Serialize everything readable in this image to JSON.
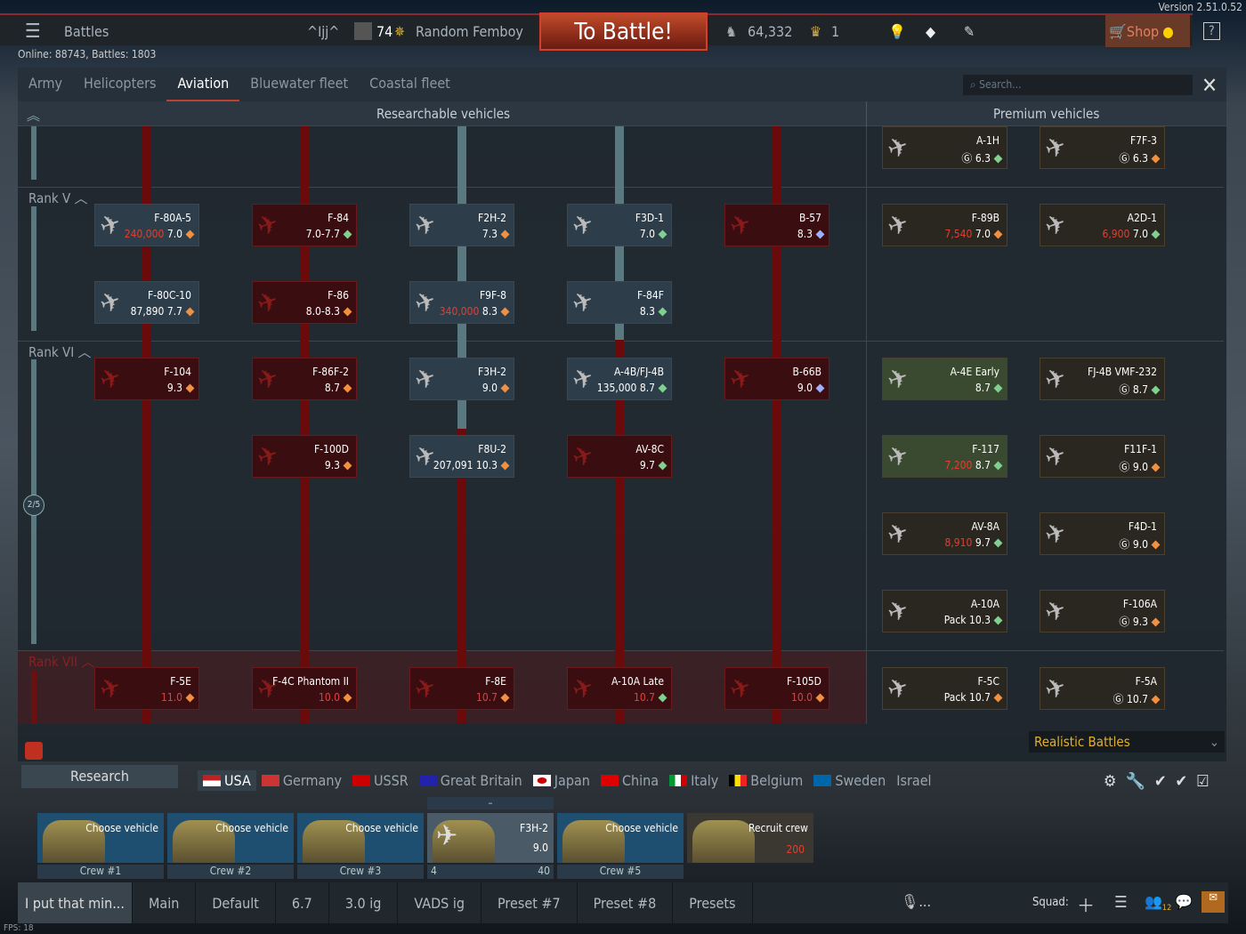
{
  "topbar": {
    "menu_label": "Battles",
    "squad_tag": "^Ijj^",
    "level": "74",
    "player_name": "Random Femboy",
    "battle_button": "To Battle!",
    "silver_lions": "64,332",
    "golden_eagles": "1",
    "shop_label": "Shop",
    "help_label": "?",
    "version": "Version 2.51.0.52"
  },
  "status": {
    "online": "Online: 88743, Battles: 1803"
  },
  "tabs": [
    "Army",
    "Helicopters",
    "Aviation",
    "Bluewater fleet",
    "Coastal fleet"
  ],
  "active_tab": "Aviation",
  "search": {
    "placeholder": "Search..."
  },
  "headers": {
    "researchable": "Researchable vehicles",
    "premium": "Premium vehicles"
  },
  "ranks": [
    "Rank V",
    "Rank VI",
    "Rank VII"
  ],
  "rank_progress": "2/5",
  "research_vehicles": [
    {
      "name": "F-80A-5",
      "br": "7.0",
      "cost": "240,000",
      "state": "researched",
      "col": 0,
      "row": 1,
      "dot": "#f09040"
    },
    {
      "name": "F-80C-10",
      "br": "7.7",
      "cost": "87,890",
      "cost_type": "rp",
      "state": "researched",
      "col": 0,
      "row": 2,
      "dot": "#f09040"
    },
    {
      "name": "F-104",
      "br": "9.3",
      "state": "locked",
      "col": 0,
      "row": 3,
      "dot": "#f09040"
    },
    {
      "name": "F-5E",
      "br": "11.0",
      "state": "locked",
      "col": 0,
      "row": 7,
      "dot": "#f09040"
    },
    {
      "name": "F-84",
      "br": "7.0-7.7",
      "state": "locked",
      "col": 1,
      "row": 1,
      "dot": "#80d090"
    },
    {
      "name": "F-86",
      "br": "8.0-8.3",
      "state": "locked",
      "col": 1,
      "row": 2,
      "dot": "#f09040"
    },
    {
      "name": "F-86F-2",
      "br": "8.7",
      "state": "locked",
      "col": 1,
      "row": 3,
      "dot": "#f09040"
    },
    {
      "name": "F-100D",
      "br": "9.3",
      "state": "locked",
      "col": 1,
      "row": 4,
      "dot": "#f09040"
    },
    {
      "name": "F-4C Phantom II",
      "br": "10.0",
      "state": "locked",
      "col": 1,
      "row": 7,
      "dot": "#f09040"
    },
    {
      "name": "F2H-2",
      "br": "7.3",
      "state": "researched",
      "col": 2,
      "row": 1,
      "dot": "#f09040"
    },
    {
      "name": "F9F-8",
      "br": "8.3",
      "cost": "340,000",
      "state": "researched",
      "col": 2,
      "row": 2,
      "dot": "#f09040"
    },
    {
      "name": "F3H-2",
      "br": "9.0",
      "state": "researched",
      "col": 2,
      "row": 3,
      "dot": "#f09040"
    },
    {
      "name": "F8U-2",
      "br": "10.3",
      "cost": "207,091",
      "cost_type": "rp",
      "state": "researched",
      "col": 2,
      "row": 4,
      "dot": "#f09040"
    },
    {
      "name": "F-8E",
      "br": "10.7",
      "state": "locked",
      "col": 2,
      "row": 7,
      "dot": "#f09040"
    },
    {
      "name": "F3D-1",
      "br": "7.0",
      "state": "researched",
      "col": 3,
      "row": 1,
      "dot": "#80d090"
    },
    {
      "name": "F-84F",
      "br": "8.3",
      "state": "researched",
      "col": 3,
      "row": 2,
      "dot": "#80d090"
    },
    {
      "name": "A-4B/FJ-4B",
      "br": "8.7",
      "cost": "135,000",
      "cost_type": "rp",
      "state": "researched",
      "col": 3,
      "row": 3,
      "dot": "#80d090"
    },
    {
      "name": "AV-8C",
      "br": "9.7",
      "state": "locked",
      "col": 3,
      "row": 4,
      "dot": "#80d090"
    },
    {
      "name": "A-10A Late",
      "br": "10.7",
      "state": "locked",
      "col": 3,
      "row": 7,
      "dot": "#80d090"
    },
    {
      "name": "B-57",
      "br": "8.3",
      "state": "locked",
      "col": 4,
      "row": 1,
      "dot": "#a0b0ff"
    },
    {
      "name": "B-66B",
      "br": "9.0",
      "state": "locked",
      "col": 4,
      "row": 3,
      "dot": "#a0b0ff"
    },
    {
      "name": "F-105D",
      "br": "10.0",
      "state": "locked",
      "col": 4,
      "row": 7,
      "dot": "#f09040"
    }
  ],
  "premium_vehicles": [
    {
      "name": "A-1H",
      "br": "6.3",
      "cost": "Ⓖ",
      "col": 0,
      "row": 0,
      "dot": "#80d090"
    },
    {
      "name": "F7F-3",
      "br": "6.3",
      "cost": "Ⓖ",
      "col": 1,
      "row": 0,
      "dot": "#f09040"
    },
    {
      "name": "F-89B",
      "br": "7.0",
      "cost": "7,540",
      "col": 0,
      "row": 1,
      "dot": "#f09040"
    },
    {
      "name": "A2D-1",
      "br": "7.0",
      "cost": "6,900",
      "col": 1,
      "row": 1,
      "dot": "#80d090"
    },
    {
      "name": "A-4E Early",
      "br": "8.7",
      "col": 0,
      "row": 3,
      "dot": "#80d090",
      "green": true
    },
    {
      "name": "FJ-4B VMF-232",
      "br": "8.7",
      "cost": "Ⓖ",
      "col": 1,
      "row": 3,
      "dot": "#80d090"
    },
    {
      "name": "F-117",
      "br": "8.7",
      "cost": "7,200",
      "col": 0,
      "row": 4,
      "dot": "#80d090",
      "green": true
    },
    {
      "name": "F11F-1",
      "br": "9.0",
      "cost": "Ⓖ",
      "col": 1,
      "row": 4,
      "dot": "#f09040"
    },
    {
      "name": "AV-8A",
      "br": "9.7",
      "cost": "8,910",
      "col": 0,
      "row": 5,
      "dot": "#80d090"
    },
    {
      "name": "F4D-1",
      "br": "9.0",
      "cost": "Ⓖ",
      "col": 1,
      "row": 5,
      "dot": "#f09040"
    },
    {
      "name": "A-10A",
      "br": "10.3",
      "cost": "Pack",
      "col": 0,
      "row": 6,
      "dot": "#80d090"
    },
    {
      "name": "F-106A",
      "br": "9.3",
      "cost": "Ⓖ",
      "col": 1,
      "row": 6,
      "dot": "#f09040"
    },
    {
      "name": "F-5C",
      "br": "10.7",
      "cost": "Pack",
      "col": 0,
      "row": 7,
      "dot": "#f09040"
    },
    {
      "name": "F-5A",
      "br": "10.7",
      "cost": "Ⓖ",
      "col": 1,
      "row": 7,
      "dot": "#f09040"
    }
  ],
  "game_mode": "Realistic Battles",
  "research_label": "Research",
  "nations": [
    {
      "name": "USA",
      "active": true
    },
    {
      "name": "Germany"
    },
    {
      "name": "USSR"
    },
    {
      "name": "Great Britain"
    },
    {
      "name": "Japan"
    },
    {
      "name": "China"
    },
    {
      "name": "Italy"
    },
    {
      "name": "Belgium"
    },
    {
      "name": "Sweden"
    },
    {
      "name": "Israel"
    }
  ],
  "crew_slots": [
    {
      "text": "Choose vehicle",
      "label": "Crew #1"
    },
    {
      "text": "Choose vehicle",
      "label": "Crew #2"
    },
    {
      "text": "Choose vehicle",
      "label": "Crew #3"
    },
    {
      "text": "F3H-2",
      "br": "9.0",
      "label_left": "4",
      "label_right": "40",
      "header": "–"
    },
    {
      "text": "Choose vehicle",
      "label": "Crew #5"
    },
    {
      "text": "Recruit crew",
      "cost": "200"
    }
  ],
  "presets": [
    "I put that min...",
    "Main",
    "Default",
    "6.7",
    "3.0 ig",
    "VADS ig",
    "Preset #7",
    "Preset #8",
    "Presets"
  ],
  "bottom": {
    "mic": "...",
    "squad_label": "Squad:",
    "contacts_count": "12"
  },
  "fps": "FPS: 18"
}
